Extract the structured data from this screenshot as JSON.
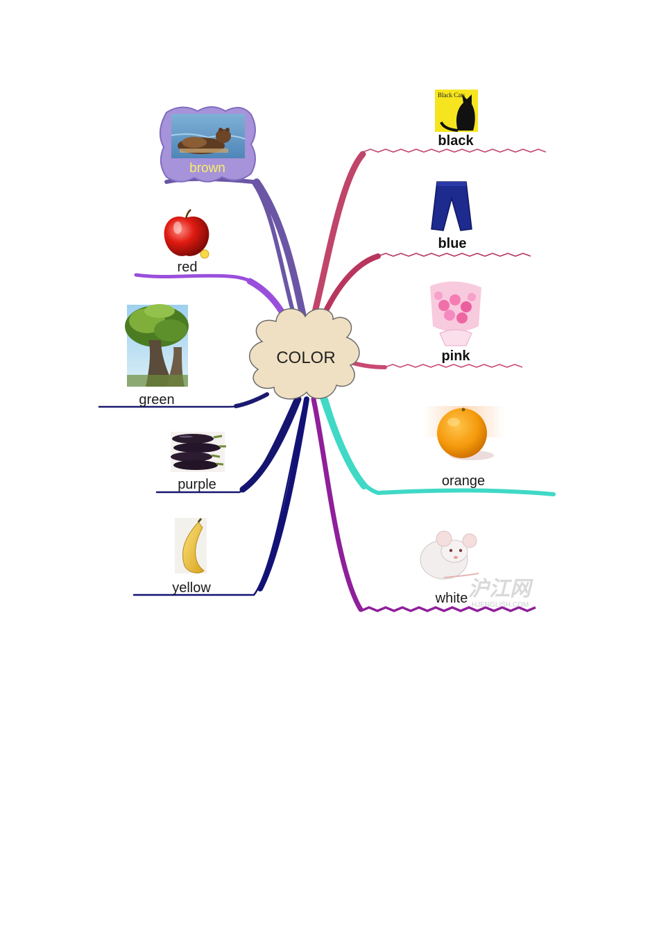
{
  "center": {
    "label": "COLOR"
  },
  "branches": [
    {
      "id": "brown",
      "label": "brown",
      "color": "#6b56a6",
      "icon": "bear-icon"
    },
    {
      "id": "red",
      "label": "red",
      "color": "#9a4fdc",
      "icon": "apple-icon"
    },
    {
      "id": "green",
      "label": "green",
      "color": "#1b1a70",
      "icon": "tree-icon"
    },
    {
      "id": "purple",
      "label": "purple",
      "color": "#151570",
      "icon": "eggplant-icon"
    },
    {
      "id": "yellow",
      "label": "yellow",
      "color": "#121276",
      "icon": "banana-icon"
    },
    {
      "id": "black",
      "label": "black",
      "color": "#c0456b",
      "icon": "black-cat-icon"
    },
    {
      "id": "blue",
      "label": "blue",
      "color": "#b8365e",
      "icon": "trousers-icon"
    },
    {
      "id": "pink",
      "label": "pink",
      "color": "#c84a72",
      "icon": "flower-bouquet-icon"
    },
    {
      "id": "orange",
      "label": "orange",
      "color": "#3fd9c6",
      "icon": "orange-fruit-icon"
    },
    {
      "id": "white",
      "label": "white",
      "color": "#8f1f9a",
      "icon": "white-mouse-icon"
    }
  ],
  "images": {
    "black_cat_caption": "Black Cats"
  },
  "watermark": {
    "main": "沪江网",
    "sub": "HJENGLISH.COM"
  },
  "colors": {
    "cloud_fill": "#f0e0c3",
    "cloud_stroke": "#6b6b6b",
    "brown_frame": "#a793d9"
  }
}
